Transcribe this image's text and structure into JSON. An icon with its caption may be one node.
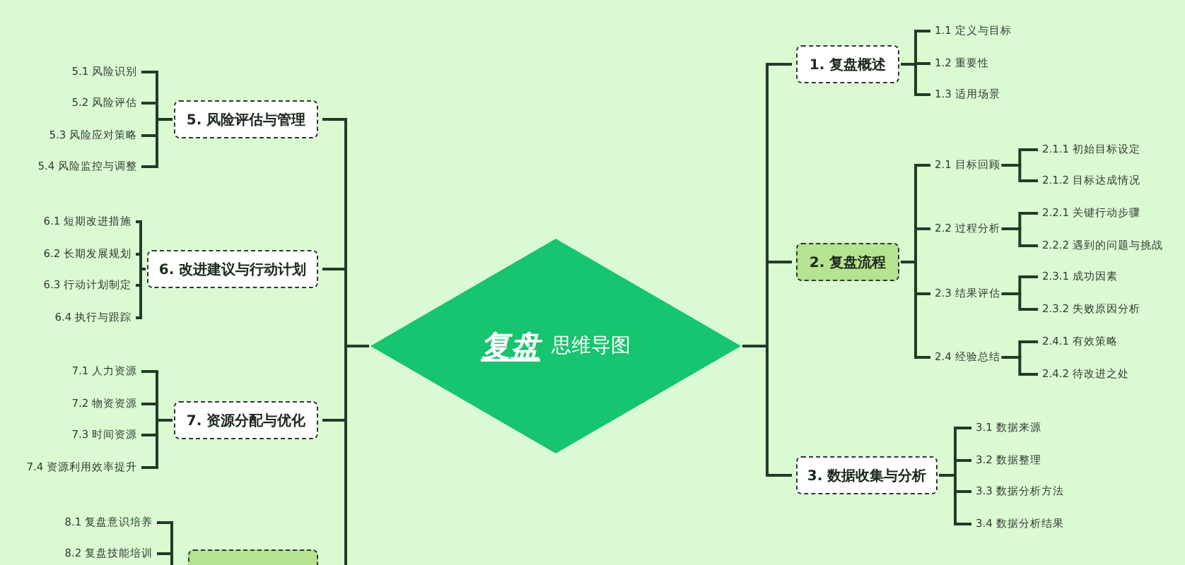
{
  "diagram": {
    "nodes": [
      {
        "text": [
          "复盘",
          "思维导图"
        ]
      },
      {
        "text": [
          "1. 复盘概述"
        ]
      },
      {
        "text": [
          "1.1 定义与目标"
        ]
      },
      {
        "text": [
          "1.2 重要性"
        ]
      },
      {
        "text": [
          "1.3 适用场景"
        ]
      },
      {
        "text": [
          "2. 复盘流程"
        ]
      },
      {
        "text": [
          "2.1 目标回顾"
        ]
      },
      {
        "text": [
          "2.1.1 初始目标设定"
        ]
      },
      {
        "text": [
          "2.1.2 目标达成情况"
        ]
      },
      {
        "text": [
          "2.2 过程分析"
        ]
      },
      {
        "text": [
          "2.2.1 关键行动步骤"
        ]
      },
      {
        "text": [
          "2.2.2 遇到的问题与挑战"
        ]
      },
      {
        "text": [
          "2.3 结果评估"
        ]
      },
      {
        "text": [
          "2.3.1 成功因素"
        ]
      },
      {
        "text": [
          "2.3.2 失败原因分析"
        ]
      },
      {
        "text": [
          "2.4 经验总结"
        ]
      },
      {
        "text": [
          "2.4.1 有效策略"
        ]
      },
      {
        "text": [
          "2.4.2 待改进之处"
        ]
      },
      {
        "text": [
          "3. 数据收集与分析"
        ]
      },
      {
        "text": [
          "3.1 数据来源"
        ]
      },
      {
        "text": [
          "3.2 数据整理"
        ]
      },
      {
        "text": [
          "3.3 数据分析方法"
        ]
      },
      {
        "text": [
          "3.4 数据分析结果"
        ]
      },
      {
        "text": [
          "5. 风险评估与管理"
        ]
      },
      {
        "text": [
          "5.1 风险识别"
        ]
      },
      {
        "text": [
          "5.2 风险评估"
        ]
      },
      {
        "text": [
          "5.3 风险应对策略"
        ]
      },
      {
        "text": [
          "5.4 风险监控与调整"
        ]
      },
      {
        "text": [
          "6. 改进建议与行动计划"
        ]
      },
      {
        "text": [
          "6.1 短期改进措施"
        ]
      },
      {
        "text": [
          "6.2 长期发展规划"
        ]
      },
      {
        "text": [
          "6.3 行动计划制定"
        ]
      },
      {
        "text": [
          "6.4 执行与跟踪"
        ]
      },
      {
        "text": [
          "7. 资源分配与优化"
        ]
      },
      {
        "text": [
          "7.1 人力资源"
        ]
      },
      {
        "text": [
          "7.2 物资资源"
        ]
      },
      {
        "text": [
          "7.3 时间资源"
        ]
      },
      {
        "text": [
          "7.4 资源利用效率提升"
        ]
      },
      {
        "text": [],
        "shape": "box"
      },
      {
        "text": [
          "8.1 复盘意识培养"
        ]
      },
      {
        "text": [
          "8.2 复盘技能培训"
        ]
      }
    ],
    "edges": [
      {
        "from": 0,
        "to": 1,
        "arrow": "none"
      },
      {
        "from": 0,
        "to": 5,
        "arrow": "none"
      },
      {
        "from": 0,
        "to": 18,
        "arrow": "none"
      },
      {
        "from": 0,
        "to": 23,
        "arrow": "none"
      },
      {
        "from": 0,
        "to": 28,
        "arrow": "none"
      },
      {
        "from": 0,
        "to": 33,
        "arrow": "none"
      },
      {
        "from": 0,
        "to": 38,
        "arrow": "none"
      },
      {
        "from": 1,
        "to": 2,
        "arrow": "none"
      },
      {
        "from": 1,
        "to": 3,
        "arrow": "none"
      },
      {
        "from": 1,
        "to": 4,
        "arrow": "none"
      },
      {
        "from": 5,
        "to": 6,
        "arrow": "none"
      },
      {
        "from": 5,
        "to": 9,
        "arrow": "none"
      },
      {
        "from": 5,
        "to": 12,
        "arrow": "none"
      },
      {
        "from": 5,
        "to": 15,
        "arrow": "none"
      },
      {
        "from": 6,
        "to": 7,
        "arrow": "none"
      },
      {
        "from": 6,
        "to": 8,
        "arrow": "none"
      },
      {
        "from": 9,
        "to": 10,
        "arrow": "none"
      },
      {
        "from": 9,
        "to": 11,
        "arrow": "none"
      },
      {
        "from": 12,
        "to": 13,
        "arrow": "none"
      },
      {
        "from": 12,
        "to": 14,
        "arrow": "none"
      },
      {
        "from": 15,
        "to": 16,
        "arrow": "none"
      },
      {
        "from": 15,
        "to": 17,
        "arrow": "none"
      },
      {
        "from": 18,
        "to": 19,
        "arrow": "none"
      },
      {
        "from": 18,
        "to": 20,
        "arrow": "none"
      },
      {
        "from": 18,
        "to": 21,
        "arrow": "none"
      },
      {
        "from": 18,
        "to": 22,
        "arrow": "none"
      },
      {
        "from": 23,
        "to": 24,
        "arrow": "none"
      },
      {
        "from": 23,
        "to": 25,
        "arrow": "none"
      },
      {
        "from": 23,
        "to": 26,
        "arrow": "none"
      },
      {
        "from": 23,
        "to": 27,
        "arrow": "none"
      },
      {
        "from": 28,
        "to": 29,
        "arrow": "none"
      },
      {
        "from": 28,
        "to": 30,
        "arrow": "none"
      },
      {
        "from": 28,
        "to": 31,
        "arrow": "none"
      },
      {
        "from": 28,
        "to": 32,
        "arrow": "none"
      },
      {
        "from": 33,
        "to": 34,
        "arrow": "none"
      },
      {
        "from": 33,
        "to": 35,
        "arrow": "none"
      },
      {
        "from": 33,
        "to": 36,
        "arrow": "none"
      },
      {
        "from": 33,
        "to": 37,
        "arrow": "none"
      },
      {
        "from": 38,
        "to": 39,
        "arrow": "none"
      },
      {
        "from": 38,
        "to": 40,
        "arrow": "none"
      }
    ]
  }
}
